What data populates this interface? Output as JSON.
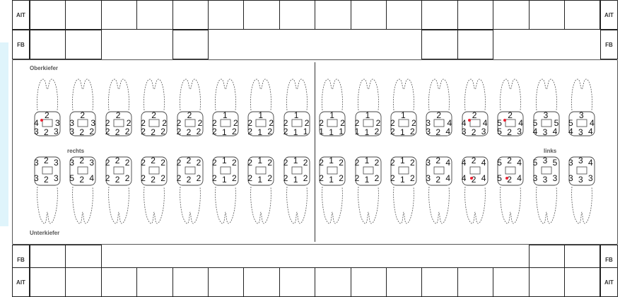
{
  "rows": {
    "alt_label": "AIT",
    "fb_label": "FB"
  },
  "labels": {
    "upper_jaw": "Oberkiefer",
    "lower_jaw": "Unterkiefer",
    "right": "rechts",
    "left": "links"
  },
  "upper_teeth": [
    {
      "top": "2",
      "mid": [
        "4",
        "3"
      ],
      "bot": [
        "3",
        "2",
        "3"
      ],
      "mark": true
    },
    {
      "top": "2",
      "mid": [
        "3",
        "3"
      ],
      "bot": [
        "3",
        "2",
        "2"
      ],
      "mark": false
    },
    {
      "top": "2",
      "mid": [
        "2",
        "2"
      ],
      "bot": [
        "2",
        "2",
        "2"
      ],
      "mark": false
    },
    {
      "top": "2",
      "mid": [
        "2",
        "2"
      ],
      "bot": [
        "2",
        "2",
        "2"
      ],
      "mark": false
    },
    {
      "top": "2",
      "mid": [
        "2",
        "2"
      ],
      "bot": [
        "2",
        "2",
        "2"
      ],
      "mark": false
    },
    {
      "top": "1",
      "mid": [
        "2",
        "2"
      ],
      "bot": [
        "2",
        "1",
        "2"
      ],
      "mark": false
    },
    {
      "top": "1",
      "mid": [
        "2",
        "2"
      ],
      "bot": [
        "2",
        "1",
        "2"
      ],
      "mark": false
    },
    {
      "top": "1",
      "mid": [
        "2",
        "2"
      ],
      "bot": [
        "2",
        "1",
        "1"
      ],
      "mark": false
    },
    {
      "top": "1",
      "mid": [
        "2",
        "2"
      ],
      "bot": [
        "1",
        "1",
        "1"
      ],
      "mark": false
    },
    {
      "top": "1",
      "mid": [
        "2",
        "2"
      ],
      "bot": [
        "1",
        "1",
        "2"
      ],
      "mark": false
    },
    {
      "top": "1",
      "mid": [
        "2",
        "2"
      ],
      "bot": [
        "2",
        "1",
        "2"
      ],
      "mark": false
    },
    {
      "top": "2",
      "mid": [
        "3",
        "4"
      ],
      "bot": [
        "3",
        "2",
        "4"
      ],
      "mark": false
    },
    {
      "top": "2",
      "mid": [
        "4",
        "4"
      ],
      "bot": [
        "3",
        "2",
        "3"
      ],
      "mark": true
    },
    {
      "top": "2",
      "mid": [
        "5",
        "4"
      ],
      "bot": [
        "5",
        "2",
        "3"
      ],
      "mark": true
    },
    {
      "top": "3",
      "mid": [
        "5",
        "5"
      ],
      "bot": [
        "4",
        "3",
        "4"
      ],
      "mark": false
    },
    {
      "top": "3",
      "mid": [
        "5",
        "4"
      ],
      "bot": [
        "4",
        "3",
        "4"
      ],
      "mark": false
    }
  ],
  "lower_teeth": [
    {
      "top": [
        "3",
        "2",
        "3"
      ],
      "bot": [
        "3",
        "2",
        "3"
      ],
      "mark": false
    },
    {
      "top": [
        "3",
        "2",
        "3"
      ],
      "bot": [
        "5",
        "2",
        "4"
      ],
      "mark": false
    },
    {
      "top": [
        "2",
        "2",
        "2"
      ],
      "bot": [
        "2",
        "2",
        "2"
      ],
      "mark": false
    },
    {
      "top": [
        "2",
        "2",
        "2"
      ],
      "bot": [
        "2",
        "2",
        "2"
      ],
      "mark": false
    },
    {
      "top": [
        "2",
        "2",
        "2"
      ],
      "bot": [
        "2",
        "2",
        "2"
      ],
      "mark": false
    },
    {
      "top": [
        "2",
        "1",
        "2"
      ],
      "bot": [
        "2",
        "1",
        "2"
      ],
      "mark": false
    },
    {
      "top": [
        "2",
        "1",
        "2"
      ],
      "bot": [
        "2",
        "1",
        "2"
      ],
      "mark": false
    },
    {
      "top": [
        "2",
        "1",
        "2"
      ],
      "bot": [
        "2",
        "1",
        "2"
      ],
      "mark": false
    },
    {
      "top": [
        "2",
        "1",
        "2"
      ],
      "bot": [
        "2",
        "1",
        "2"
      ],
      "mark": false
    },
    {
      "top": [
        "2",
        "1",
        "2"
      ],
      "bot": [
        "2",
        "1",
        "2"
      ],
      "mark": false
    },
    {
      "top": [
        "2",
        "1",
        "2"
      ],
      "bot": [
        "2",
        "1",
        "2"
      ],
      "mark": false
    },
    {
      "top": [
        "3",
        "2",
        "4"
      ],
      "bot": [
        "3",
        "2",
        "4"
      ],
      "mark": false
    },
    {
      "top": [
        "4",
        "2",
        "4"
      ],
      "bot": [
        "4",
        "2",
        "4"
      ],
      "mark": true
    },
    {
      "top": [
        "5",
        "2",
        "4"
      ],
      "bot": [
        "5",
        "2",
        "4"
      ],
      "mark": true
    },
    {
      "top": [
        "5",
        "3",
        "5"
      ],
      "bot": [
        "3",
        "3",
        "3"
      ],
      "mark": false
    },
    {
      "top": [
        "3",
        "3",
        "4"
      ],
      "bot": [
        "3",
        "3",
        "3"
      ],
      "mark": false
    }
  ],
  "colors": {
    "marker": "#e02233",
    "accent": "#dff4fb"
  }
}
